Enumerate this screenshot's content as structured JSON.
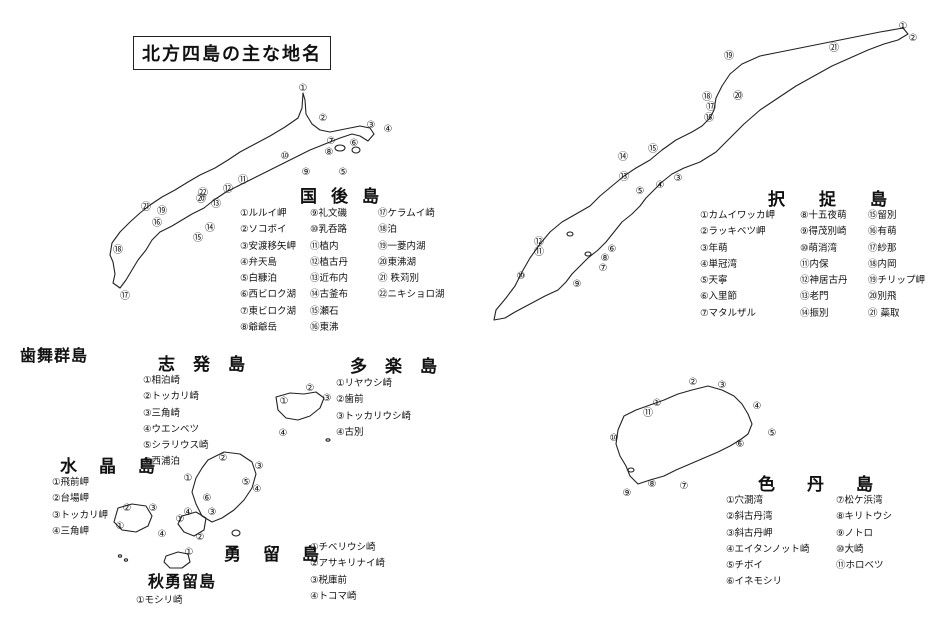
{
  "title": "北方四島の主な地名",
  "kunashiri": {
    "name": "国後島",
    "places": [
      "①ルルイ岬",
      "②ソコボイ",
      "③安渡移矢岬",
      "④弁天島",
      "⑤白糠泊",
      "⑥西ビロク湖",
      "⑦東ビロク湖",
      "⑧爺爺岳",
      "⑨礼文磯",
      "⑩乳呑路",
      "⑪植内",
      "⑫植古丹",
      "⑬近布内",
      "⑭古釜布",
      "⑮瀬石",
      "⑯東沸",
      "⑰ケラムイ崎",
      "⑱泊",
      "⑲一菱内湖",
      "⑳東沸湖",
      "㉑ 秩苅別",
      "㉒ニキショロ湖"
    ]
  },
  "etorofu": {
    "name": "択捉島",
    "places": [
      "①カムイワッカ岬",
      "②ラッキベツ岬",
      "③年萌",
      "④単冠湾",
      "⑤天寧",
      "⑥入里節",
      "⑦マタルザル",
      "⑧十五夜萌",
      "⑨得茂別崎",
      "⑩萌消湾",
      "⑪内保",
      "⑫神居古丹",
      "⑬老門",
      "⑭振別",
      "⑮留別",
      "⑯有萌",
      "⑰紗那",
      "⑱内岡",
      "⑲チリップ岬",
      "⑳別飛",
      "㉑ 蘂取"
    ]
  },
  "habomai": {
    "name": "歯舞群島"
  },
  "shibotsu": {
    "name": "志発島",
    "places": [
      "①相泊崎",
      "②トッカリ崎",
      "③三角崎",
      "④ウエンベツ",
      "⑤シラリウス崎",
      "⑥西浦泊"
    ]
  },
  "taraku": {
    "name": "多楽島",
    "places": [
      "①リヤウシ崎",
      "②歯前",
      "③トッカリウシ崎",
      "④古別"
    ]
  },
  "suisho": {
    "name": "水晶島",
    "places": [
      "①飛前岬",
      "②台場岬",
      "③トッカリ岬",
      "④三角岬"
    ]
  },
  "yuri": {
    "name": "勇留島",
    "places": [
      "①チベリウシ崎",
      "②アサキリナイ崎",
      "③税庫前",
      "④トコマ崎"
    ]
  },
  "akiyuri": {
    "name": "秋勇留島",
    "places": [
      "①モシリ崎"
    ]
  },
  "shikotan": {
    "name": "色丹島",
    "places": [
      "①穴澗湾",
      "②斜古丹湾",
      "③斜古丹岬",
      "④エイタンノット崎",
      "⑤チボイ",
      "⑥イネモシリ",
      "⑦松ケ浜湾",
      "⑧キリトウシ",
      "⑨ノトロ",
      "⑩大崎",
      "⑪ホロベツ"
    ]
  },
  "markers": {
    "kunashiri": [
      "①",
      "②",
      "③",
      "④",
      "⑤",
      "⑥",
      "⑦",
      "⑧",
      "⑨",
      "⑩",
      "⑪",
      "⑫",
      "⑬",
      "⑭",
      "⑮",
      "⑯",
      "⑰",
      "⑱",
      "⑲",
      "⑳",
      "㉑",
      "㉒"
    ],
    "etorofu": [
      "①",
      "②",
      "③",
      "④",
      "⑤",
      "⑥",
      "⑦",
      "⑧",
      "⑨",
      "⑩",
      "⑪",
      "⑫",
      "⑬",
      "⑭",
      "⑮",
      "⑯",
      "⑰",
      "⑱",
      "⑲",
      "⑳",
      "㉑"
    ],
    "shikotan": [
      "①",
      "②",
      "③",
      "④",
      "⑤",
      "⑥",
      "⑦",
      "⑧",
      "⑨",
      "⑩",
      "⑪"
    ],
    "taraku": [
      "①",
      "②",
      "③",
      "④"
    ],
    "shibotsu": [
      "①",
      "②",
      "③",
      "④",
      "⑤",
      "⑥"
    ],
    "suisho": [
      "①",
      "②",
      "③",
      "④"
    ],
    "yuri": [
      "①",
      "②",
      "③",
      "④"
    ],
    "akiyuri": [
      "①"
    ]
  }
}
